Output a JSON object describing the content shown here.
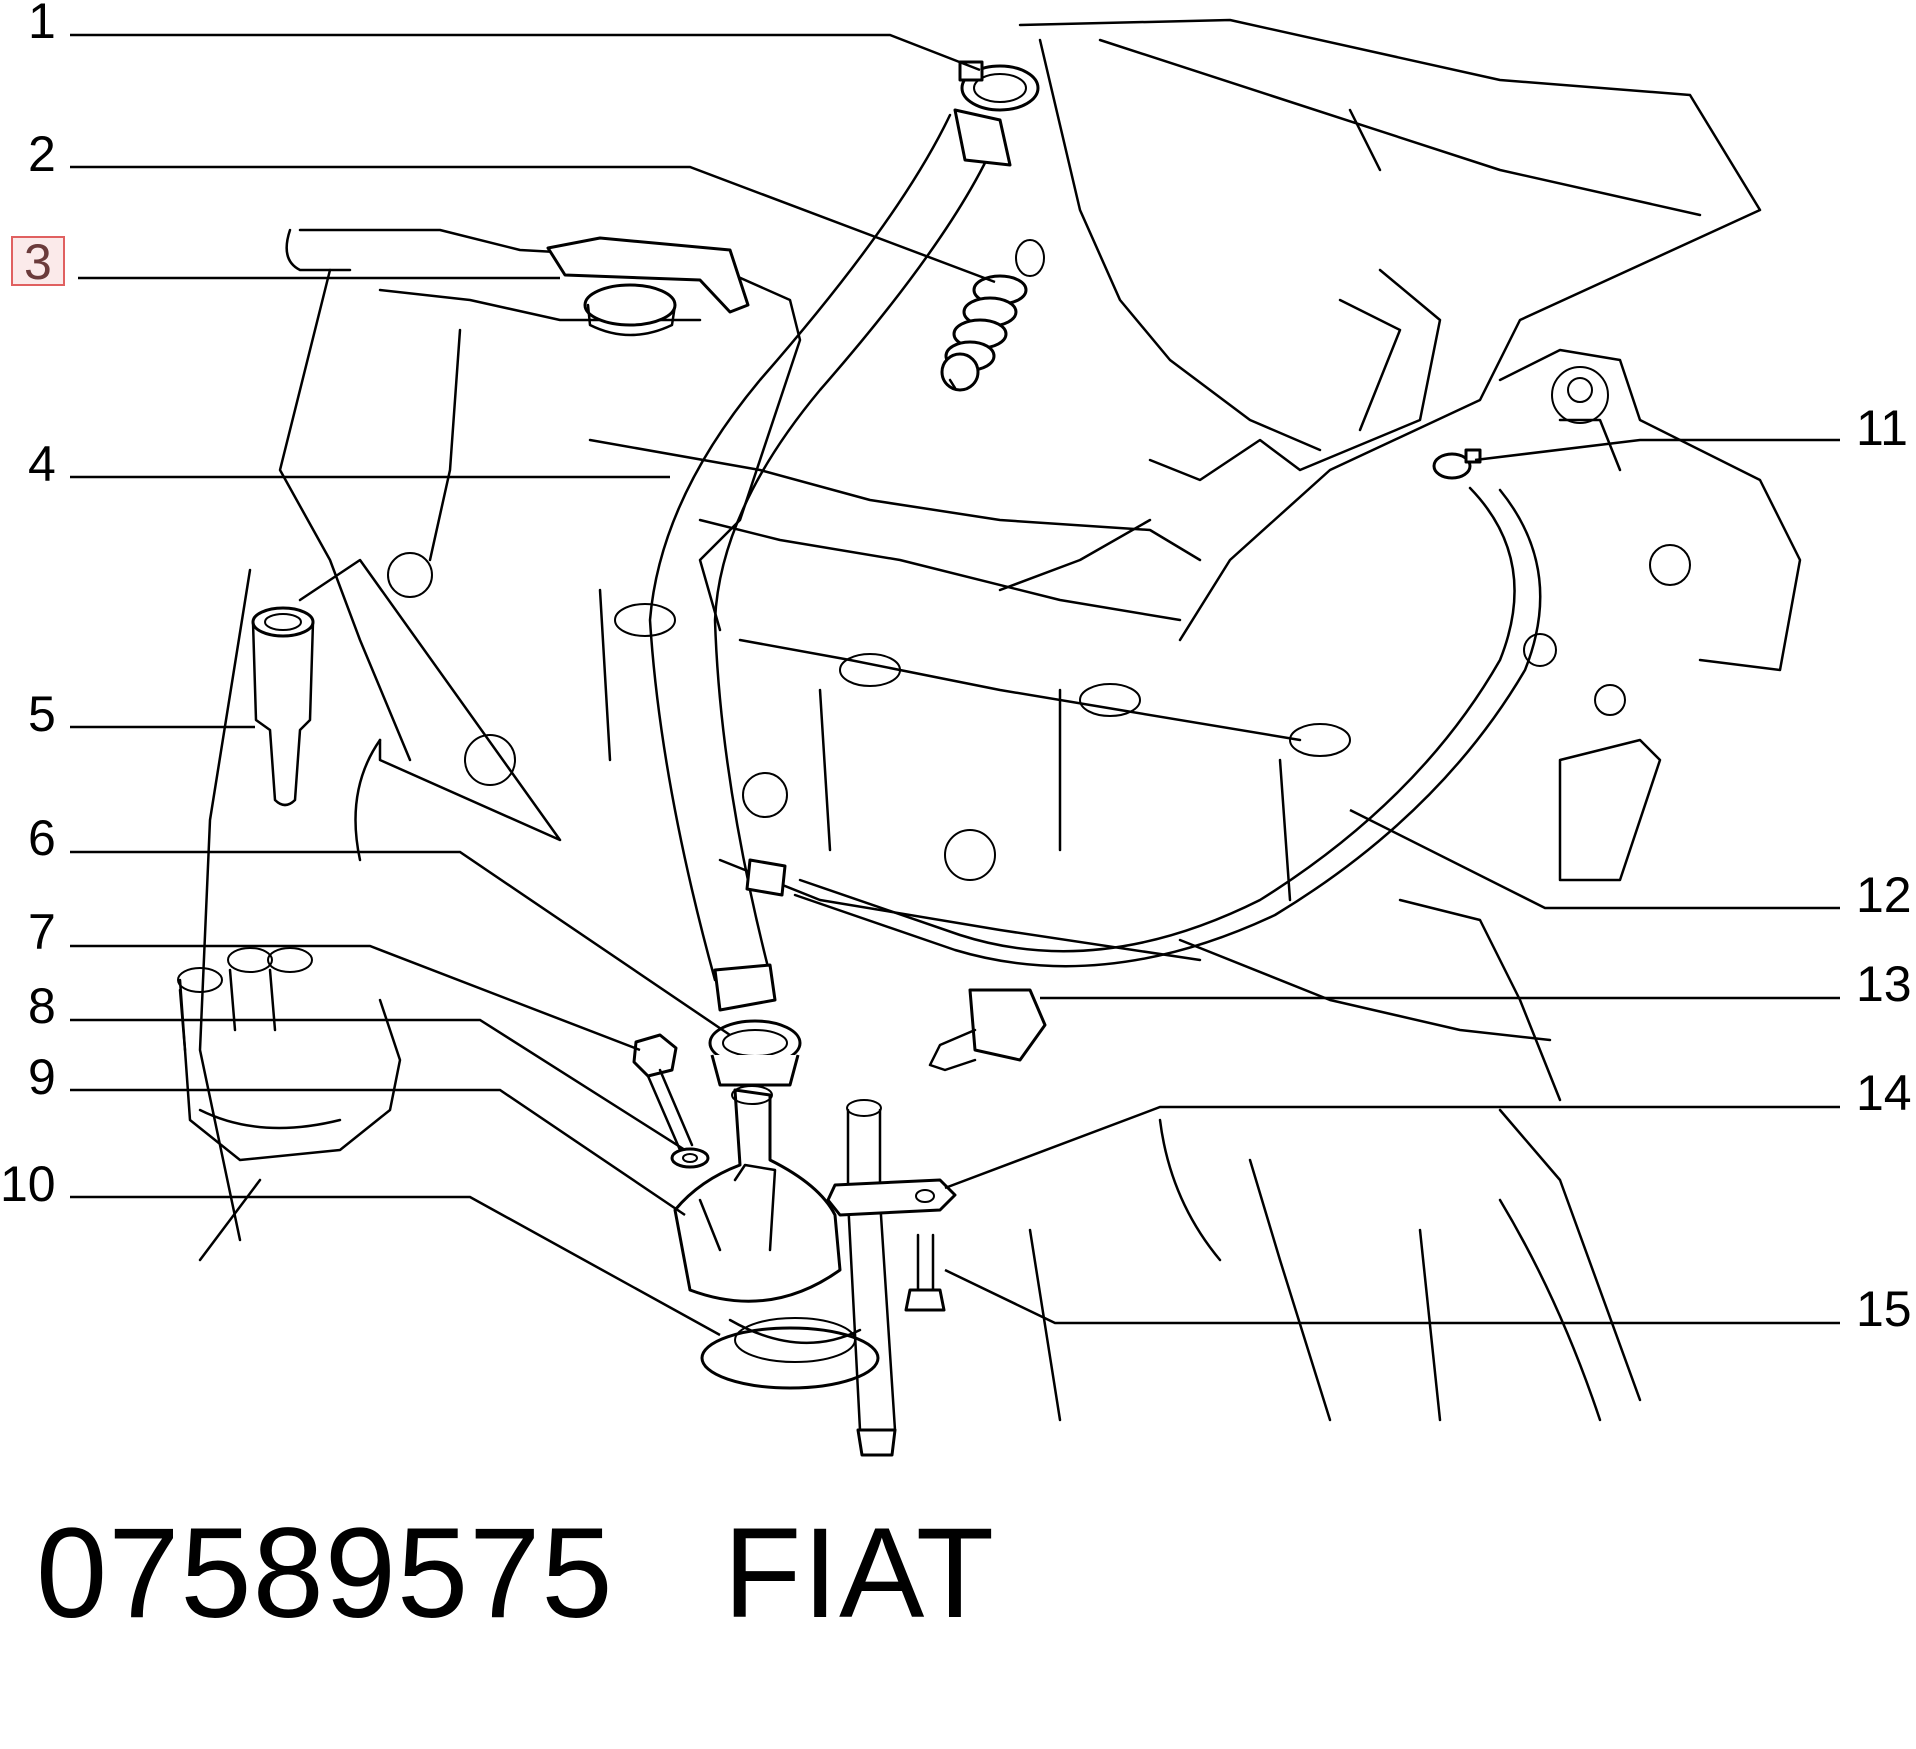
{
  "callouts": [
    {
      "id": "1",
      "label": "1",
      "side": "left"
    },
    {
      "id": "2",
      "label": "2",
      "side": "left"
    },
    {
      "id": "3",
      "label": "3",
      "side": "left",
      "highlighted": true
    },
    {
      "id": "4",
      "label": "4",
      "side": "left"
    },
    {
      "id": "5",
      "label": "5",
      "side": "left"
    },
    {
      "id": "6",
      "label": "6",
      "side": "left"
    },
    {
      "id": "7",
      "label": "7",
      "side": "left"
    },
    {
      "id": "8",
      "label": "8",
      "side": "left"
    },
    {
      "id": "9",
      "label": "9",
      "side": "left"
    },
    {
      "id": "10",
      "label": "10",
      "side": "left"
    },
    {
      "id": "11",
      "label": "11",
      "side": "right"
    },
    {
      "id": "12",
      "label": "12",
      "side": "right"
    },
    {
      "id": "13",
      "label": "13",
      "side": "right"
    },
    {
      "id": "14",
      "label": "14",
      "side": "right"
    },
    {
      "id": "15",
      "label": "15",
      "side": "right"
    }
  ],
  "highlight_color": "#e06060",
  "caption": {
    "part_number": "07589575",
    "brand": "FIAT"
  }
}
